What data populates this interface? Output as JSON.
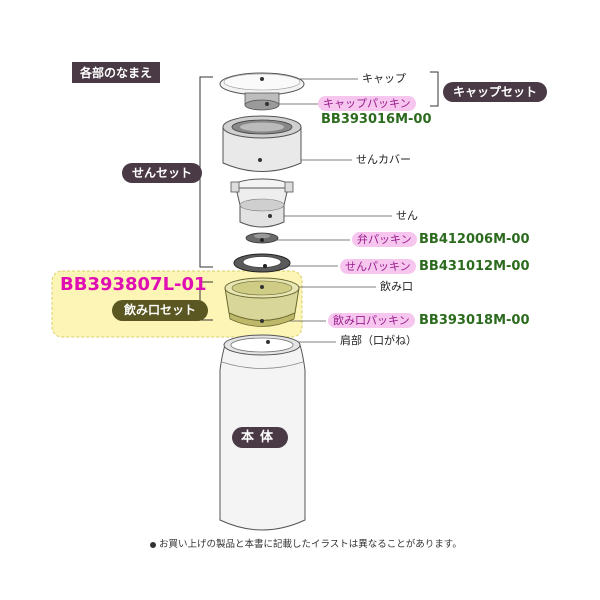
{
  "header": {
    "title": "各部のなまえ"
  },
  "groups": {
    "cap_set": "キャップセット",
    "sen_set": "せんセット",
    "mouth_set": "飲み口セット",
    "mouth_set_code": "BB393807L-01"
  },
  "parts": {
    "cap": "キャップ",
    "cap_packing": "キャップパッキン",
    "cap_packing_code": "BB393016M-00",
    "sen_cover": "せんカバー",
    "sen": "せん",
    "valve_packing": "弁パッキン",
    "valve_packing_code": "BB412006M-00",
    "sen_packing": "せんパッキン",
    "sen_packing_code": "BB431012M-00",
    "nomikuchi": "飲み口",
    "nomikuchi_packing": "飲み口パッキン",
    "nomikuchi_packing_code": "BB393018M-00",
    "shoulder": "肩部（口がね）",
    "body": "本体"
  },
  "footer": {
    "note": "お買い上げの製品と本書に記載したイラストは異なることがあります。"
  },
  "colors": {
    "dark_tag": "#4a3a45",
    "pink_tag": "#f6c6ef",
    "part_code": "#2c6b1e",
    "set_code": "#e00fb4",
    "highlight": "#fdf5b6",
    "olive_tag": "#5b5722"
  }
}
